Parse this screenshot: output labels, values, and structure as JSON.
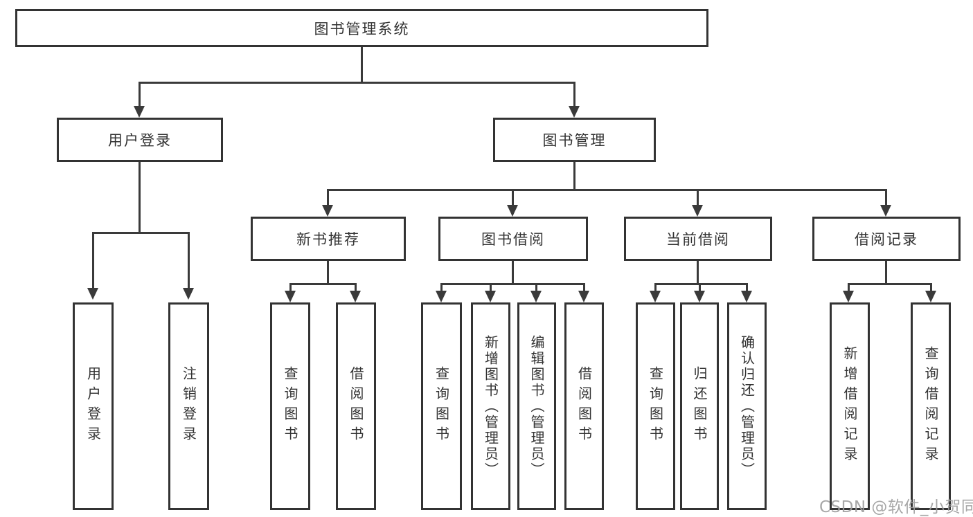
{
  "diagram": {
    "root": {
      "label": "图书管理系统"
    },
    "level2": [
      {
        "label": "用户登录"
      },
      {
        "label": "图书管理"
      }
    ],
    "level3": [
      {
        "label": "新书推荐"
      },
      {
        "label": "图书借阅"
      },
      {
        "label": "当前借阅"
      },
      {
        "label": "借阅记录"
      }
    ],
    "leaves": {
      "user_login": [
        {
          "label": "用户登录"
        },
        {
          "label": "注销登录"
        }
      ],
      "new_books": [
        {
          "label": "查询图书"
        },
        {
          "label": "借阅图书"
        }
      ],
      "book_borrow": [
        {
          "label": "查询图书"
        },
        {
          "label": "新增图书（管理员）"
        },
        {
          "label": "编辑图书（管理员）"
        },
        {
          "label": "借阅图书"
        }
      ],
      "current_borrow": [
        {
          "label": "查询图书"
        },
        {
          "label": "归还图书"
        },
        {
          "label": "确认归还（管理员）"
        }
      ],
      "borrow_records": [
        {
          "label": "新增借阅记录"
        },
        {
          "label": "查询借阅记录"
        }
      ]
    }
  },
  "watermark": {
    "text": "CSDN @软件_小贺同学"
  },
  "colors": {
    "line": "#3a3a3a",
    "text": "#333333",
    "watermark": "#9e9e9e",
    "background": "#ffffff"
  }
}
